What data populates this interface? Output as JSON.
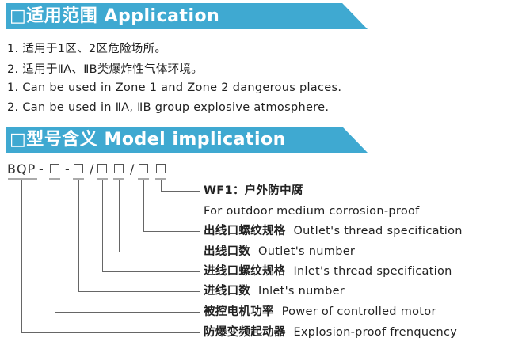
{
  "application": {
    "title": "□适用范围 Application",
    "lines": [
      "1. 适用于1区、2区危险场所。",
      "2. 适用于ⅡA、ⅡB类爆炸性气体环境。",
      "1. Can be used in Zone 1 and Zone 2 dangerous places.",
      "2. Can be used in ⅡA, ⅡB group explosive atmosphere."
    ]
  },
  "model": {
    "title": "□型号含义 Model implication",
    "prefix": "BQP",
    "sep1": "-",
    "sep2": "-",
    "sep3": "/",
    "sep4": "/",
    "labels": [
      {
        "cn": "WF1：户外防中腐",
        "en": ""
      },
      {
        "cn": "",
        "en": "For outdoor medium corrosion-proof"
      },
      {
        "cn": "出线口螺纹规格",
        "en": "Outlet's thread specification"
      },
      {
        "cn": "出线口数",
        "en": "Outlet's number"
      },
      {
        "cn": "进线口螺纹规格",
        "en": "Inlet's thread specification"
      },
      {
        "cn": "进线口数",
        "en": "Inlet's number"
      },
      {
        "cn": "被控电机功率",
        "en": "Power of controlled motor"
      },
      {
        "cn": "防爆变频起动器",
        "en": "Explosion-proof frenquency"
      }
    ]
  },
  "colors": {
    "banner": "#3fa9d1"
  }
}
